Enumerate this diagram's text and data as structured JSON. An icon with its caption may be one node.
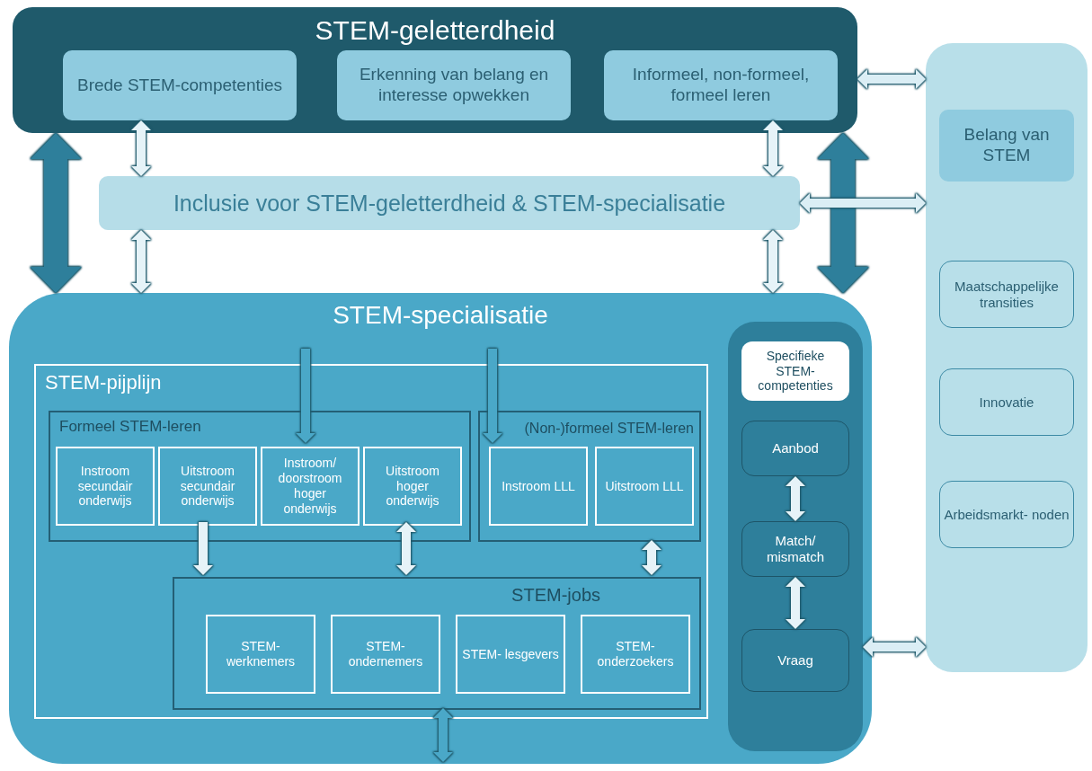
{
  "diagram": {
    "nodes": [
      {
        "text": [
          "STEM-geletterdheid"
        ]
      },
      {
        "text": [
          "Brede STEM-competenties"
        ],
        "in": 0
      },
      {
        "text": [
          "Erkenning van belang en interesse opwekken"
        ],
        "in": 0
      },
      {
        "text": [
          "Informeel, non-formeel, formeel leren"
        ],
        "in": 0
      },
      {
        "text": [
          "Inclusie voor STEM-geletterdheid & STEM-specialisatie"
        ]
      },
      {
        "text": [
          "STEM-specialisatie"
        ]
      },
      {
        "text": [
          "STEM-pijplijn"
        ],
        "in": 5
      },
      {
        "text": [
          "Formeel STEM-leren"
        ],
        "in": 6
      },
      {
        "text": [
          "Instroom secundair onderwijs"
        ],
        "in": 7
      },
      {
        "text": [
          "Uitstroom secundair onderwijs"
        ],
        "in": 7
      },
      {
        "text": [
          "Instroom/ doorstroom hoger onderwijs"
        ],
        "in": 7
      },
      {
        "text": [
          "Uitstroom hoger onderwijs"
        ],
        "in": 7
      },
      {
        "text": [
          "(Non-)formeel STEM-leren"
        ],
        "in": 6
      },
      {
        "text": [
          "Instroom LLL"
        ],
        "in": 12
      },
      {
        "text": [
          "Uitstroom LLL"
        ],
        "in": 12
      },
      {
        "text": [
          "STEM-jobs"
        ],
        "in": 6
      },
      {
        "text": [
          "STEM- werknemers"
        ],
        "in": 15
      },
      {
        "text": [
          "STEM- ondernemers"
        ],
        "in": 15
      },
      {
        "text": [
          "STEM- lesgevers"
        ],
        "in": 15
      },
      {
        "text": [
          "STEM- onderzoekers"
        ],
        "in": 15
      },
      {
        "text": [],
        "shape": "box",
        "in": 5
      },
      {
        "text": [
          "Specifieke STEM- competenties"
        ],
        "in": 20
      },
      {
        "text": [
          "Aanbod"
        ],
        "in": 20
      },
      {
        "text": [
          "Match/ mismatch"
        ],
        "in": 20
      },
      {
        "text": [
          "Vraag"
        ],
        "in": 20
      },
      {
        "text": [],
        "shape": "box"
      },
      {
        "text": [
          "Belang van STEM"
        ],
        "in": 25
      },
      {
        "text": [
          "Maatschappelijke transities"
        ],
        "in": 25
      },
      {
        "text": [
          "Innovatie"
        ],
        "in": 25
      },
      {
        "text": [
          "Arbeidsmarkt- noden"
        ],
        "in": 25
      }
    ],
    "edges": [
      {
        "from": 0,
        "to": 5,
        "arrow": "both",
        "style": "thick",
        "color": "#2e7f9b"
      },
      {
        "from": 0,
        "to": 5,
        "arrow": "both",
        "style": "thick",
        "color": "#2e7f9b"
      },
      {
        "from": 1,
        "to": 4,
        "arrow": "both"
      },
      {
        "from": 4,
        "to": 5,
        "arrow": "both"
      },
      {
        "from": 3,
        "to": 4,
        "arrow": "both"
      },
      {
        "from": 4,
        "to": 5,
        "arrow": "both"
      },
      {
        "from": 0,
        "to": 25,
        "arrow": "both",
        "color": "#dbeef5"
      },
      {
        "from": 4,
        "to": 25,
        "arrow": "both",
        "color": "#dbeef5"
      },
      {
        "from": 20,
        "to": 25,
        "arrow": "both",
        "color": "#dbeef5"
      },
      {
        "from": 22,
        "to": 23,
        "arrow": "both"
      },
      {
        "from": 23,
        "to": 24,
        "arrow": "both"
      },
      {
        "from": null,
        "to": 10,
        "arrow": "to",
        "color": "#4aa8c8"
      },
      {
        "from": null,
        "to": 13,
        "arrow": "to",
        "color": "#4aa8c8"
      },
      {
        "from": 9,
        "to": 15,
        "arrow": "to"
      },
      {
        "from": 11,
        "to": 15,
        "arrow": "both"
      },
      {
        "from": 12,
        "to": 15,
        "arrow": "both"
      },
      {
        "from": 15,
        "to": null,
        "arrow": "both",
        "color": "#4aa8c8"
      }
    ]
  }
}
